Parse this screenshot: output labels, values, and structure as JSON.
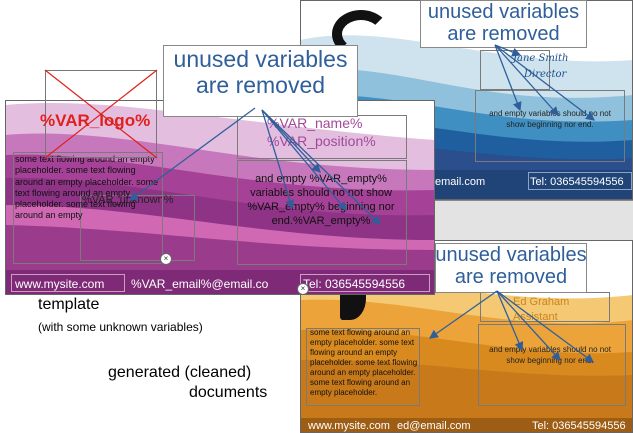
{
  "annotations": {
    "unused_line1": "unused variables",
    "unused_line2": "are removed"
  },
  "template_card": {
    "logo_var": "%VAR_logo%",
    "name_var": "%VAR_name%",
    "position_var": "%VAR_position%",
    "empty_text": "and empty %VAR_empty% variables should no not show %VAR_empty% beginning nor end.%VAR_empty%",
    "unknown_var": "%VAR_unknown%",
    "flow_text": "some text flowing around an empty placeholder. some text flowing around an empty placeholder. some text flowing around an empty placeholder. some text flowing around an empty",
    "website": "www.mysite.com",
    "email": "%VAR_email%@email.co",
    "phone": "Tel: 036545594556"
  },
  "generated_blue": {
    "name": "Jane Smith",
    "role": "Director",
    "empty_text": "and empty variables should no not show beginning nor end.",
    "website": "email.com",
    "phone": "Tel: 036545594556"
  },
  "generated_orange": {
    "name": "Ed Graham",
    "role": "Assistant",
    "empty_text": "and empty variables should no not show beginning nor end.",
    "flow_text": "some text flowing around an empty placeholder. some text flowing around an empty placeholder. some text flowing around an empty placeholder. some text flowing around an empty placeholder.",
    "website": "www.mysite.com",
    "email": "ed@email.com",
    "phone": "Tel: 036545594556"
  },
  "captions": {
    "template": "template",
    "template_sub": "(with some unknown variables)",
    "generated_1": "generated (cleaned)",
    "generated_2": "documents"
  },
  "colors": {
    "note_blue": "#2f5f9a",
    "logo_red": "#e0201c",
    "var_purple": "#a24a9a",
    "orange_text": "#c9861e"
  }
}
